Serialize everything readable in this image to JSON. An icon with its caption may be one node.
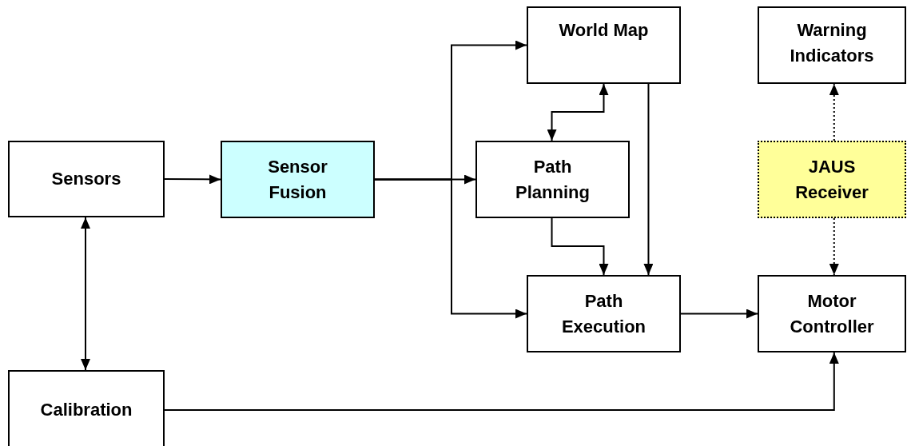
{
  "diagram": {
    "nodes": [
      {
        "text": [
          "Sensors"
        ]
      },
      {
        "text": [
          "Sensor Fusion"
        ]
      },
      {
        "text": [
          "World Map"
        ]
      },
      {
        "text": [
          "Warning Indicators"
        ]
      },
      {
        "text": [
          "Path Planning"
        ]
      },
      {
        "text": [
          "JAUS Receiver"
        ]
      },
      {
        "text": [
          "Path Execution"
        ]
      },
      {
        "text": [
          "Motor Controller"
        ]
      },
      {
        "text": [
          "Calibration"
        ]
      }
    ],
    "edges": [
      {
        "from": 0,
        "to": 1,
        "arrow": "to"
      },
      {
        "from": 1,
        "to": 4,
        "arrow": "to"
      },
      {
        "from": 1,
        "to": 2,
        "arrow": "to"
      },
      {
        "from": 1,
        "to": 6,
        "arrow": "to"
      },
      {
        "from": 4,
        "to": 2,
        "arrow": "both"
      },
      {
        "from": 4,
        "to": 6,
        "arrow": "to"
      },
      {
        "from": 2,
        "to": 6,
        "arrow": "to"
      },
      {
        "from": 6,
        "to": 7,
        "arrow": "to"
      },
      {
        "from": 5,
        "to": 3,
        "arrow": "to",
        "style": "dashed"
      },
      {
        "from": 5,
        "to": 7,
        "arrow": "to",
        "style": "dashed"
      },
      {
        "from": 0,
        "to": 8,
        "arrow": "both"
      },
      {
        "from": 8,
        "to": 7,
        "arrow": "to"
      }
    ]
  }
}
